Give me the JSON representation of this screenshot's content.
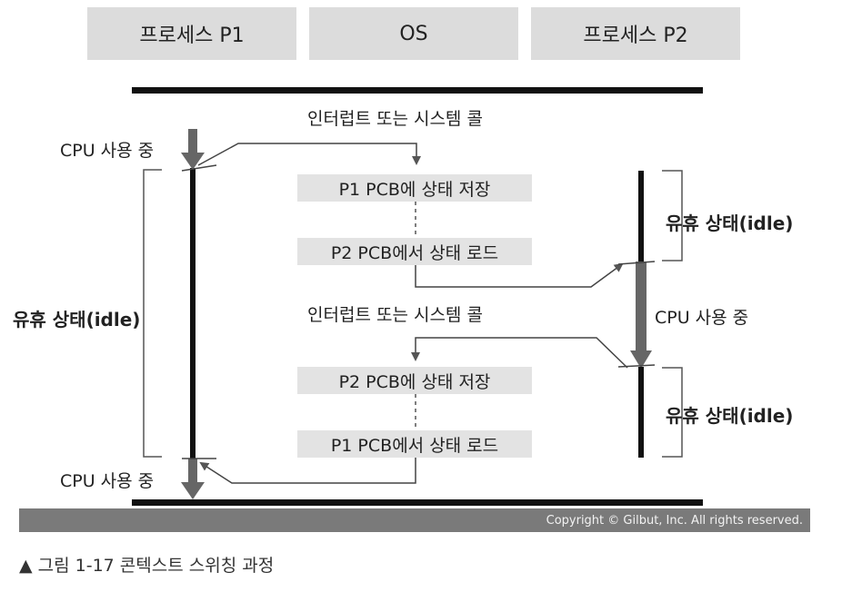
{
  "headers": {
    "p1": "프로세스 P1",
    "os": "OS",
    "p2": "프로세스 P2"
  },
  "interrupt_top": "인터럽트 또는 시스템 콜",
  "interrupt_mid": "인터럽트 또는 시스템 콜",
  "steps": {
    "save_p1": "P1 PCB에 상태 저장",
    "load_p2": "P2 PCB에서 상태 로드",
    "save_p2": "P2 PCB에 상태 저장",
    "load_p1": "P1 PCB에서 상태 로드"
  },
  "left": {
    "cpu_top": "CPU 사용 중",
    "idle": "유휴 상태(idle)",
    "cpu_bottom": "CPU 사용 중"
  },
  "right": {
    "idle_top": "유휴 상태(idle)",
    "cpu": "CPU 사용 중",
    "idle_bottom": "유휴 상태(idle)"
  },
  "copyright": "Copyright © Gilbut, Inc. All rights reserved.",
  "caption": "▲ 그림 1-17 콘텍스트 스위칭 과정"
}
